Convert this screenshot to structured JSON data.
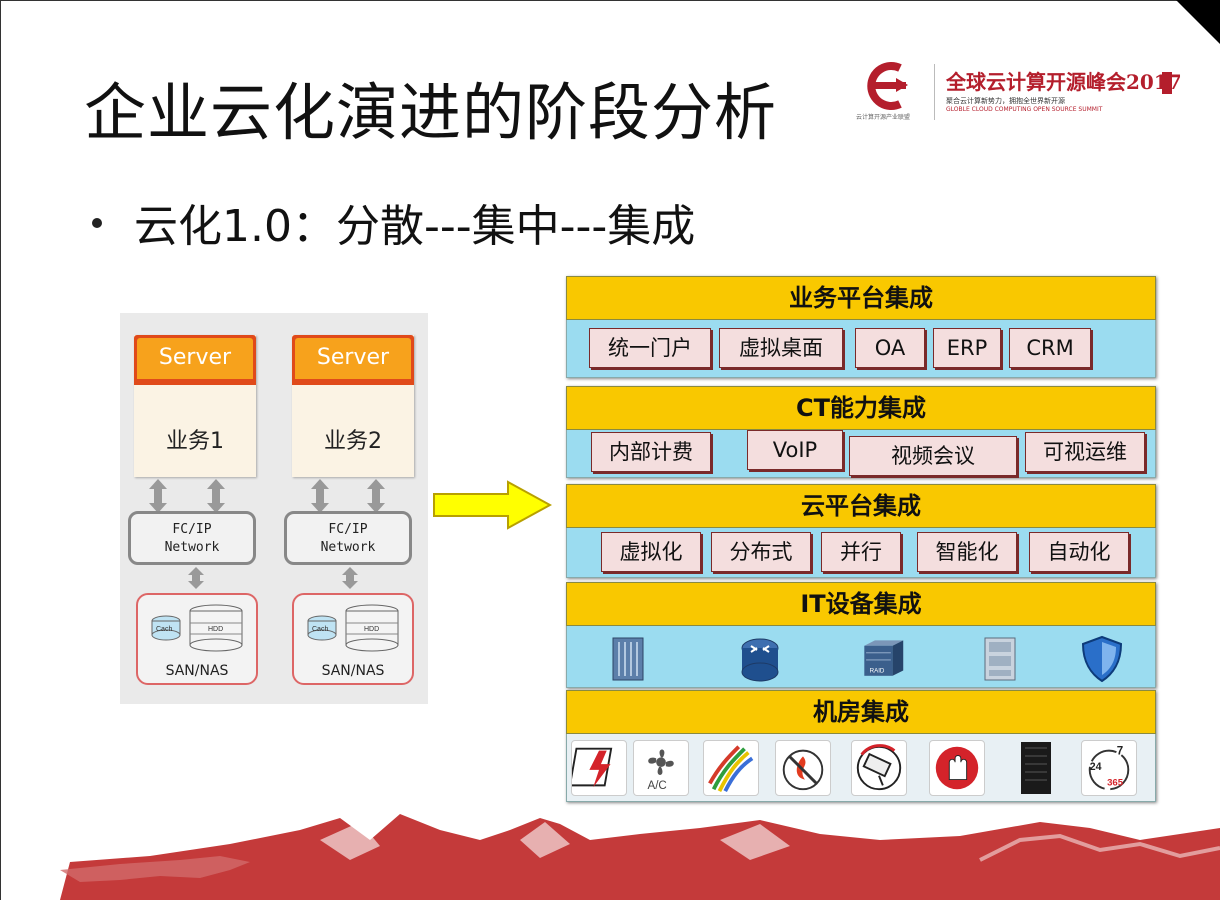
{
  "title": "企业云化演进的阶段分析",
  "bullet": "云化1.0：分散---集中---集成",
  "logo": {
    "brand": "全球云计算开源峰会2017",
    "line1": "聚合云计算新势力，拥抱全世界新开源",
    "line2": "GLOBLE CLOUD COMPUTING OPEN SOURCE SUMMIT",
    "mark_caption": "云计算开源产业联盟"
  },
  "left": {
    "servers": [
      {
        "header": "Server",
        "name": "业务1"
      },
      {
        "header": "Server",
        "name": "业务2"
      }
    ],
    "network_line1": "FC/IP",
    "network_line2": "Network",
    "storage": "SAN/NAS",
    "cache": "Cach",
    "hdd": "HDD"
  },
  "layers": [
    {
      "title": "业务平台集成",
      "items": [
        "统一门户",
        "虚拟桌面",
        "OA",
        "ERP",
        "CRM"
      ]
    },
    {
      "title": "CT能力集成",
      "items": [
        "内部计费",
        "VoIP",
        "视频会议",
        "可视运维"
      ]
    },
    {
      "title": "云平台集成",
      "items": [
        "虚拟化",
        "分布式",
        "并行",
        "智能化",
        "自动化"
      ]
    },
    {
      "title": "IT设备集成",
      "icons": [
        "server-rack-icon",
        "router-icon",
        "raid-storage-icon",
        "switch-icon",
        "security-shield-icon"
      ],
      "raid_label": "RAID"
    },
    {
      "title": "机房集成",
      "icons": [
        "power-icon",
        "air-conditioner-icon",
        "cabling-icon",
        "fire-protection-icon",
        "camera-surveillance-icon",
        "access-control-icon",
        "cabinet-icon",
        "24x7-service-icon"
      ],
      "ac_label": "A/C",
      "service_labels": [
        "24",
        "7",
        "365"
      ]
    }
  ],
  "colors": {
    "layer_header": "#f9c800",
    "layer_body": "#9bdcf0",
    "chip_fill": "#f4dede",
    "chip_border": "#7a2a2a",
    "server_header": "#f7a21c",
    "arrow": "#ffff00",
    "accent_red": "#b41e2c"
  }
}
